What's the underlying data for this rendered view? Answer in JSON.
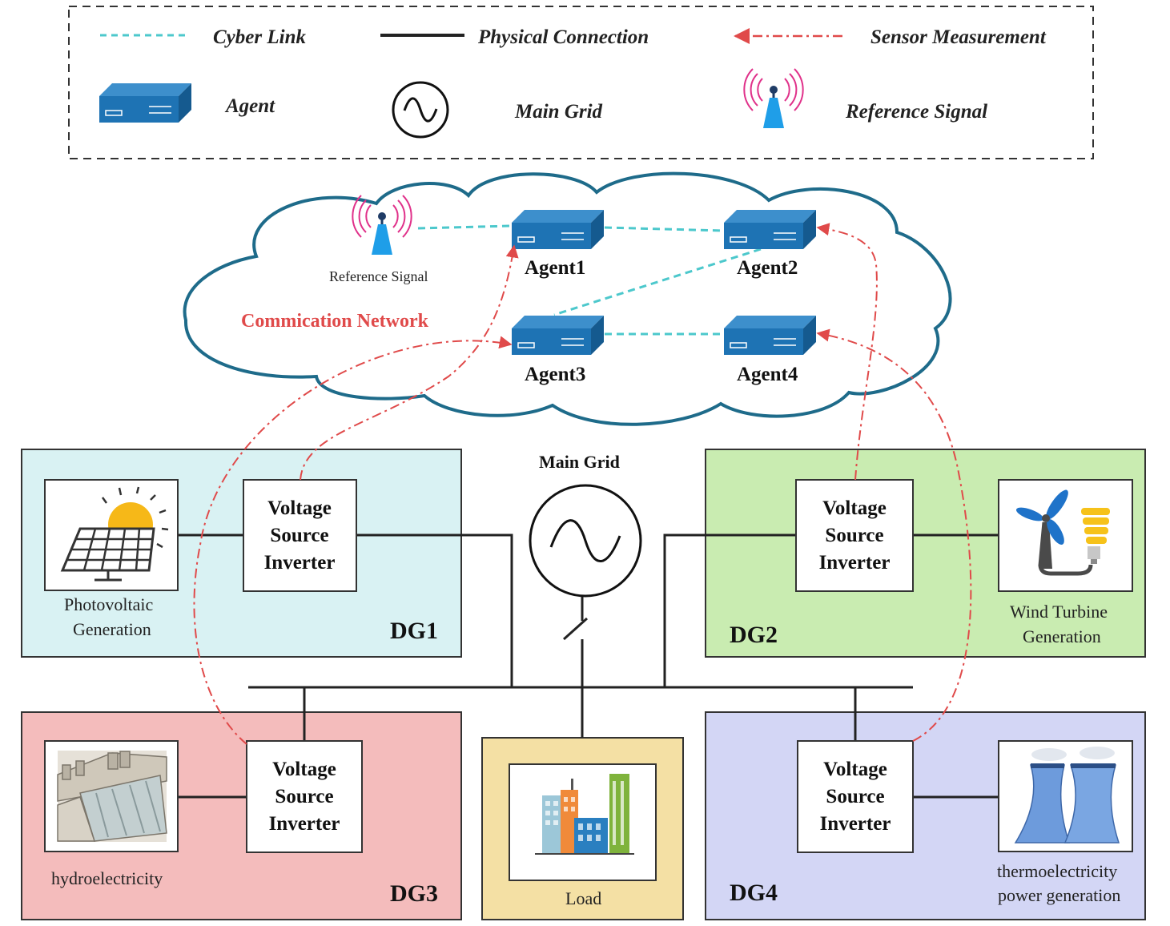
{
  "colors": {
    "cyber_link": "#4cc8cc",
    "sensor": "#e04a4a",
    "cloud_stroke": "#1e6b8a",
    "agent": "#1e73b4",
    "dg1_bg": "#d9f2f3",
    "dg2_bg": "#c9ecb1",
    "dg3_bg": "#f4bcbc",
    "dg4_bg": "#d3d6f5",
    "load_bg": "#f4e0a4",
    "network_label": "#e04a4a"
  },
  "legend": {
    "cyber_link": "Cyber Link",
    "physical_connection": "Physical Connection",
    "sensor_measurement": "Sensor Measurement",
    "agent": "Agent",
    "main_grid": "Main Grid",
    "reference_signal": "Reference Signal"
  },
  "network": {
    "label": "Commication Network",
    "reference_signal": "Reference Signal",
    "agents": [
      "Agent1",
      "Agent2",
      "Agent3",
      "Agent4"
    ]
  },
  "main_grid": {
    "label": "Main Grid"
  },
  "inverter": {
    "line1": "Voltage",
    "line2": "Source",
    "line3": "Inverter"
  },
  "dg1": {
    "label": "DG1",
    "caption1": "Photovoltaic",
    "caption2": "Generation"
  },
  "dg2": {
    "label": "DG2",
    "caption1": "Wind Turbine",
    "caption2": "Generation"
  },
  "dg3": {
    "label": "DG3",
    "caption1": "hydroelectricity"
  },
  "dg4": {
    "label": "DG4",
    "caption1": "thermoelectricity",
    "caption2": "power generation"
  },
  "load": {
    "label": "Load"
  },
  "icons": [
    "agent-icon",
    "main-grid-icon",
    "antenna-icon",
    "solar-panel-icon",
    "wind-turbine-icon",
    "hydro-dam-icon",
    "cooling-tower-icon",
    "buildings-icon",
    "switch-icon"
  ]
}
